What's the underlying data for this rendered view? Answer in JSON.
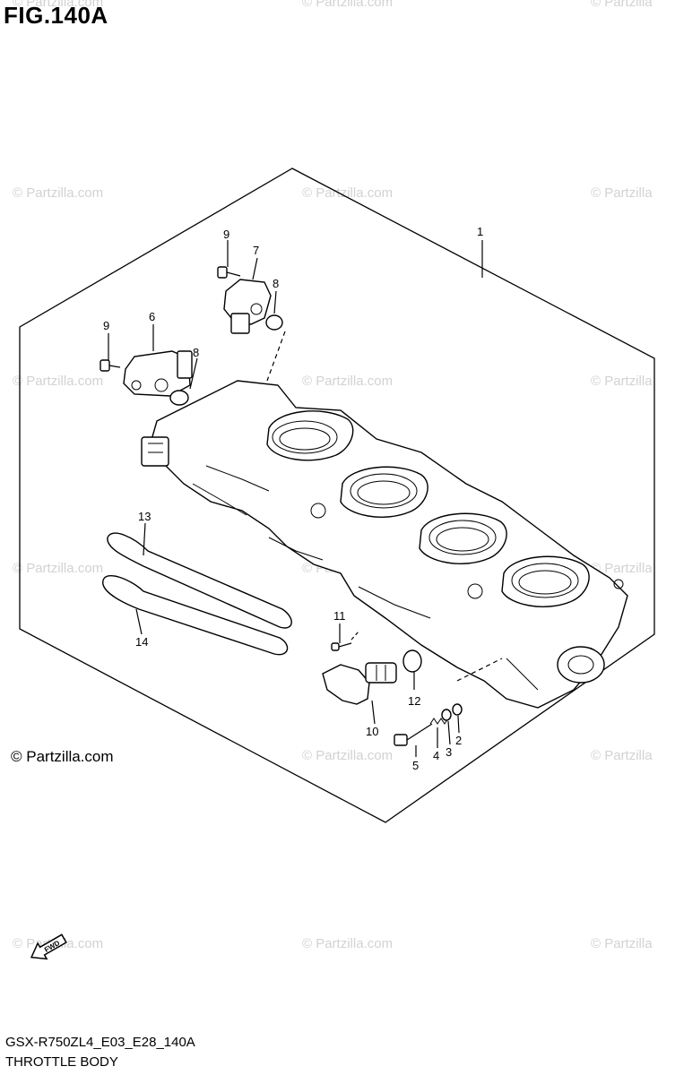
{
  "figure": {
    "title": "FIG.140A",
    "copyright": "© Partzilla.com",
    "model_code": "GSX-R750ZL4_E03_E28_140A",
    "caption": "THROTTLE BODY",
    "fwd_label": "FWD"
  },
  "watermarks": [
    "© Partzilla.com",
    "© Partzilla.com",
    "© Partzilla",
    "© Partzilla.com",
    "© Partzilla.com",
    "© Partzilla",
    "© Partzilla.com",
    "© Partzilla.com",
    "© Partzilla",
    "© Partzilla.com",
    "© Partzilla.com",
    "© Partzilla",
    "© Partzilla.com",
    "© Partzilla",
    "© Partzilla.com",
    "© Partzilla.com",
    "© Partzilla"
  ],
  "callouts": [
    "1",
    "9",
    "7",
    "8",
    "9",
    "6",
    "8",
    "13",
    "14",
    "11",
    "12",
    "10",
    "5",
    "4",
    "3",
    "2"
  ]
}
